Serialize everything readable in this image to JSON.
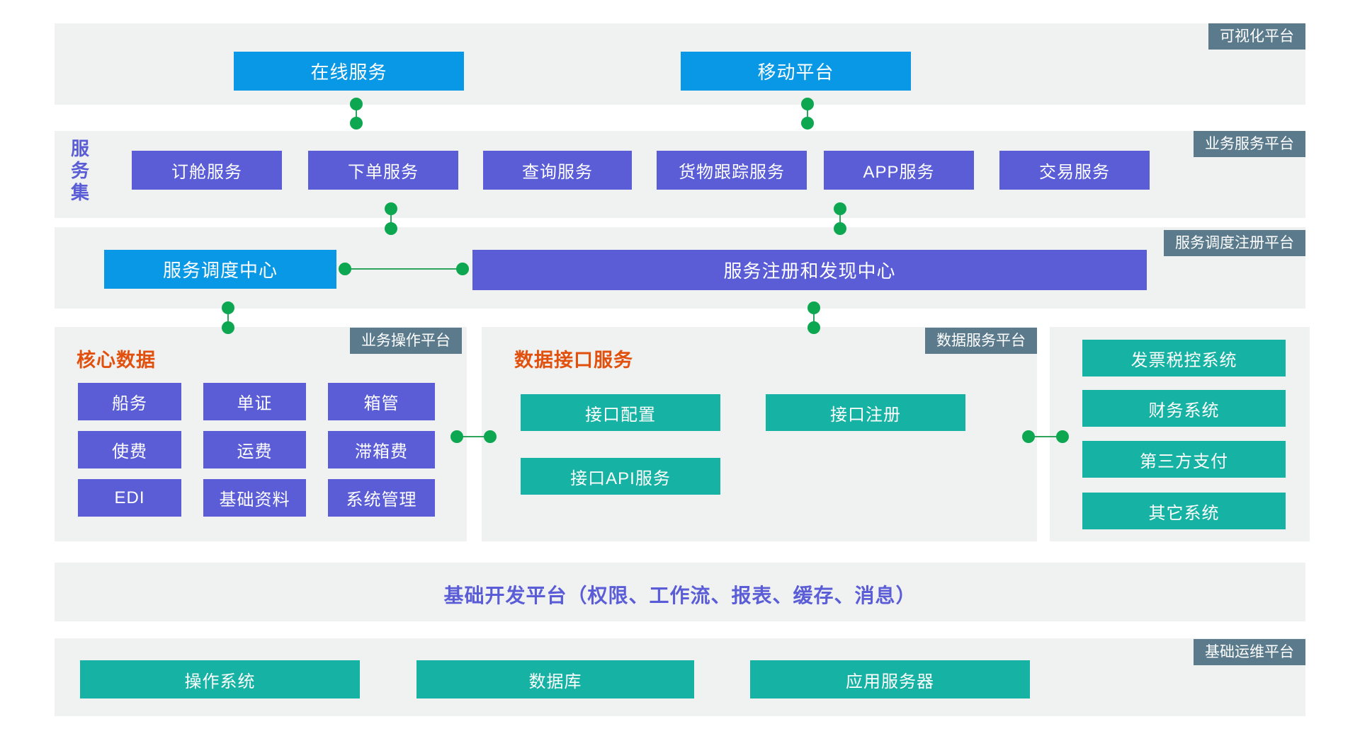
{
  "colors": {
    "section_background": "#f0f1f1",
    "blue_node": "#0898e5",
    "purple_node": "#5a5dd6",
    "teal_node": "#16b2a4",
    "badge_background": "#5b7b8d",
    "connector_green": "#0ca750",
    "heading_orange": "#e2500e"
  },
  "sections": {
    "visualization": {
      "badge": "可视化平台",
      "nodes": [
        "在线服务",
        "移动平台"
      ]
    },
    "business_service": {
      "badge": "业务服务平台",
      "group_label": "服务集",
      "nodes": [
        "订舱服务",
        "下单服务",
        "查询服务",
        "货物跟踪服务",
        "APP服务",
        "交易服务"
      ]
    },
    "dispatch_registry": {
      "badge": "服务调度注册平台",
      "nodes": [
        "服务调度中心",
        "服务注册和发现中心"
      ]
    },
    "business_operation": {
      "badge": "业务操作平台",
      "heading": "核心数据",
      "nodes": [
        "船务",
        "单证",
        "箱管",
        "使费",
        "运费",
        "滞箱费",
        "EDI",
        "基础资料",
        "系统管理"
      ]
    },
    "data_service": {
      "badge": "数据服务平台",
      "heading": "数据接口服务",
      "nodes": [
        "接口配置",
        "接口注册",
        "接口API服务"
      ]
    },
    "external_systems": {
      "nodes": [
        "发票税控系统",
        "财务系统",
        "第三方支付",
        "其它系统"
      ]
    },
    "base_development": {
      "title": "基础开发平台（权限、工作流、报表、缓存、消息）"
    },
    "base_operations": {
      "badge": "基础运维平台",
      "nodes": [
        "操作系统",
        "数据库",
        "应用服务器"
      ]
    }
  }
}
